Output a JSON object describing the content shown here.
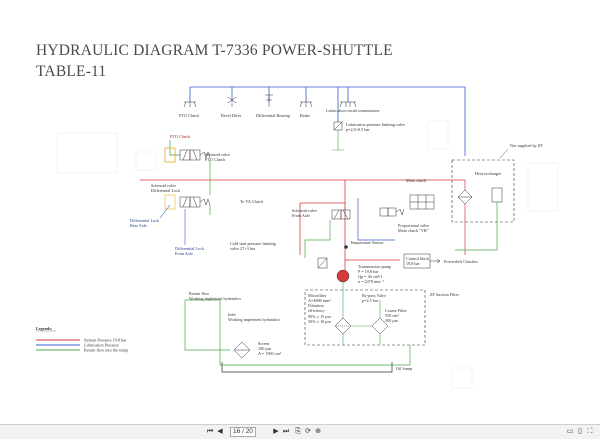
{
  "title_line1": "HYDRAULIC DIAGRAM T-7336 POWER-SHUTTLE",
  "title_line2": "TABLE-11",
  "top_consumers": [
    "PTO Clutch",
    "Bevel Drive",
    "Differential Bearing",
    "Brake",
    "Lubrication circuit transmission"
  ],
  "labels": {
    "lube_valve_1": "Lubrication pressure limiting valve",
    "lube_valve_2": "p=2,0+0,5 bar",
    "pto_clutch": "PTO Clutch",
    "solenoid_pto_1": "Solenoid valve",
    "solenoid_pto_2": "PTO Clutch",
    "solenoid_diff_1": "Solenoid valve",
    "solenoid_diff_2": "Differential Lock",
    "diff_lock_rear_1": "Differential Lock",
    "diff_lock_rear_2": "Rear Axle",
    "diff_lock_front_1": "Differential Lock",
    "diff_lock_front_2": "Front Axle",
    "to_va_clutch": "To VA Clutch",
    "solenoid_front_1": "Solenoid valve",
    "solenoid_front_2": "Front Axle",
    "main_clutch": "Main clutch",
    "prop_valve_1": "Proportional valve",
    "prop_valve_2": "Main clutch \"VR\"",
    "cold_start_1": "Cold start pressure limiting",
    "cold_start_2": "valve 27+3 bar",
    "temp_sensor": "Temperature Sensor",
    "control_block_1": "Control block",
    "control_block_2": "19,8 bar",
    "powershift": "Powershift Clutches",
    "pump_1": "Transmission pump",
    "pump_2": "P = 19,8 bar",
    "pump_3": "Qp = 46 cm³/1",
    "pump_4": "n = 2470 min⁻¹",
    "heat_exchanger": "Heat exchanger",
    "not_supplied": "Not supplied by ZF",
    "filter_1": "Microfilter",
    "filter_2": "A=4800 mm²",
    "filter_3": "Filtration",
    "filter_4": "efficiency",
    "filter_5": "90% ≥ 15 μm",
    "filter_6": "50% ≥ 10 μm",
    "bypass_1": "By-pass Valve",
    "bypass_2": "p=2,5 bar",
    "coarse_1": "Coarse Filter",
    "coarse_2": "550 cm²",
    "coarse_3": "300 μm",
    "zf_filter": "ZF Suction Filter",
    "return_flow_1": "Return flow",
    "return_flow_2": "Working implement hydraulics",
    "inlet_1": "Inlet",
    "inlet_2": "Working implement hydraulics",
    "screen_1": "Screen",
    "screen_2": "100 μm",
    "screen_3": "A = 1500 cm²",
    "oil_sump": "Oil Sump"
  },
  "legend": {
    "title": "Legends:",
    "items": [
      {
        "label": "System Pressure 19,8 bar",
        "color": "#d63a3a"
      },
      {
        "label": "Lubrication Pressure",
        "color": "#3a5bd6"
      },
      {
        "label": "Return flow into the sump",
        "color": "#4aa84a"
      }
    ]
  },
  "toolbar": {
    "page_current": "16 / 20",
    "page_total": ""
  }
}
